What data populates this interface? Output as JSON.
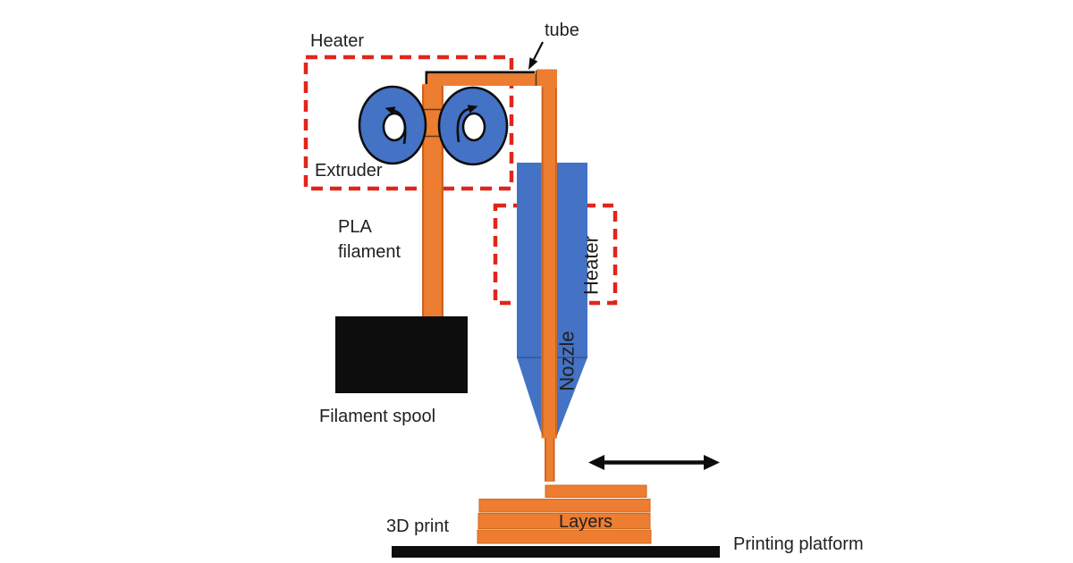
{
  "diagram": {
    "type": "fdm-3d-printer-schematic",
    "labels": {
      "heater_extruder": "Heater",
      "tube": "tube",
      "extruder": "Extruder",
      "pla_filament_line1": "PLA",
      "pla_filament_line2": "filament",
      "filament_spool": "Filament spool",
      "nozzle": "Nozzle",
      "heater_nozzle": "Heater",
      "print_3d": "3D print",
      "layers": "Layers",
      "printing_platform": "Printing platform"
    },
    "colors": {
      "filament_orange": "#ED7D31",
      "filament_orange_edge": "#C9611C",
      "component_blue": "#4472C4",
      "heater_red": "#E1251B",
      "ink_black": "#0d0d0d",
      "background": "#FFFFFF"
    }
  }
}
